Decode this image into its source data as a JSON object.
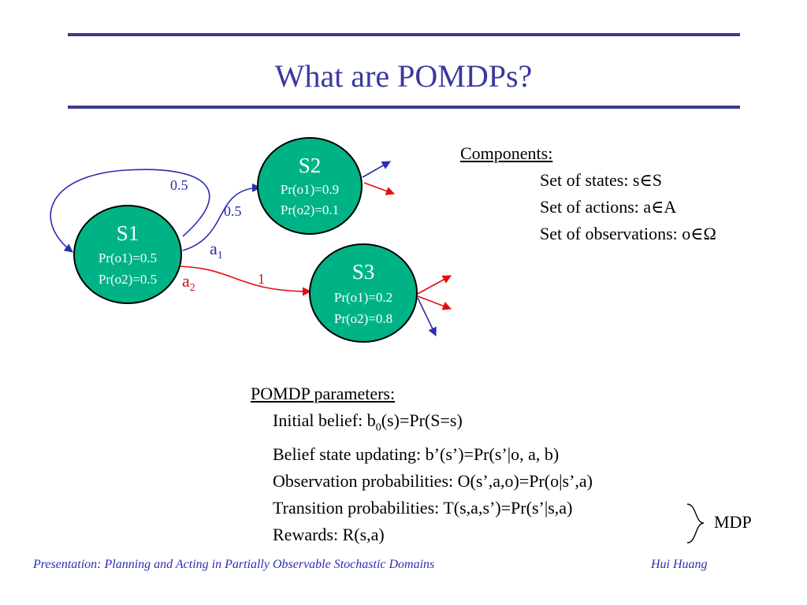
{
  "slide": {
    "title": "What are POMDPs?",
    "footer_left": "Presentation: Planning and Acting in Partially Observable Stochastic Domains",
    "footer_right": "Hui Huang"
  },
  "diagram": {
    "node_fill": "#00b386",
    "blue": "#2d2db0",
    "red": "#e01010",
    "nodes": {
      "s1": {
        "name": "S1",
        "line1": "Pr(o1)=0.5",
        "line2": "Pr(o2)=0.5"
      },
      "s2": {
        "name": "S2",
        "line1": "Pr(o1)=0.9",
        "line2": "Pr(o2)=0.1"
      },
      "s3": {
        "name": "S3",
        "line1": "Pr(o1)=0.2",
        "line2": "Pr(o2)=0.8"
      }
    },
    "edge_labels": {
      "self_loop": "0.5",
      "s1_to_s2": "0.5",
      "s1_to_s3": "1",
      "action1": "a",
      "action1_sub": "1",
      "action2": "a",
      "action2_sub": "2"
    }
  },
  "components": {
    "heading": "Components:",
    "items": [
      "Set of states: s∈S",
      "Set of actions: a∈A",
      "Set of observations: o∈Ω"
    ]
  },
  "parameters": {
    "heading": "POMDP parameters:",
    "initial_belief_prefix": "Initial belief: b",
    "initial_belief_sub": "0",
    "initial_belief_suffix": "(s)=Pr(S=s)",
    "items": [
      "Belief state updating: b’(s’)=Pr(s’|o, a, b)",
      "Observation probabilities: O(s’,a,o)=Pr(o|s’,a)",
      "Transition probabilities: T(s,a,s’)=Pr(s’|s,a)",
      "Rewards: R(s,a)"
    ],
    "bracket_label": "MDP"
  }
}
